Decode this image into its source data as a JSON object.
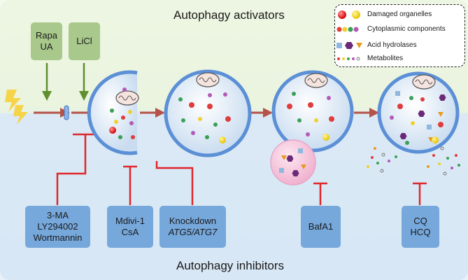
{
  "titles": {
    "activators": "Autophagy activators",
    "inhibitors": "Autophagy inhibitors"
  },
  "activators": [
    {
      "lines": [
        "Rapa",
        "UA"
      ]
    },
    {
      "lines": [
        "LiCl"
      ]
    }
  ],
  "inhibitors": [
    {
      "lines": [
        "3-MA",
        "LY294002",
        "Wortmannin"
      ]
    },
    {
      "lines": [
        "Mdivi-1",
        "CsA"
      ]
    },
    {
      "lines": [
        "Knockdown",
        "ATG5/ATG7"
      ]
    },
    {
      "lines": [
        "BafA1"
      ]
    },
    {
      "lines": [
        "CQ",
        "HCQ"
      ]
    }
  ],
  "legend": [
    {
      "label": "Damaged organelles",
      "icon": "damaged-organelles-icon"
    },
    {
      "label": "Cytoplasmic components",
      "icon": "cytoplasmic-components-icon"
    },
    {
      "label": "Acid hydrolases",
      "icon": "acid-hydrolases-icon"
    },
    {
      "label": "Metabolites",
      "icon": "metabolites-icon"
    }
  ],
  "colors": {
    "activator_region": "#eaf3dd",
    "inhibitor_region": "#d9e8f5",
    "activator_box": "#a9c98c",
    "inhibitor_box": "#76a8dc",
    "activation_arrow": "#5f8f2e",
    "inhibition_line": "#e0262b",
    "flow_arrow": "#b5524a",
    "membrane": "#5b8fd6",
    "lysosome": "#f4c6dd"
  }
}
